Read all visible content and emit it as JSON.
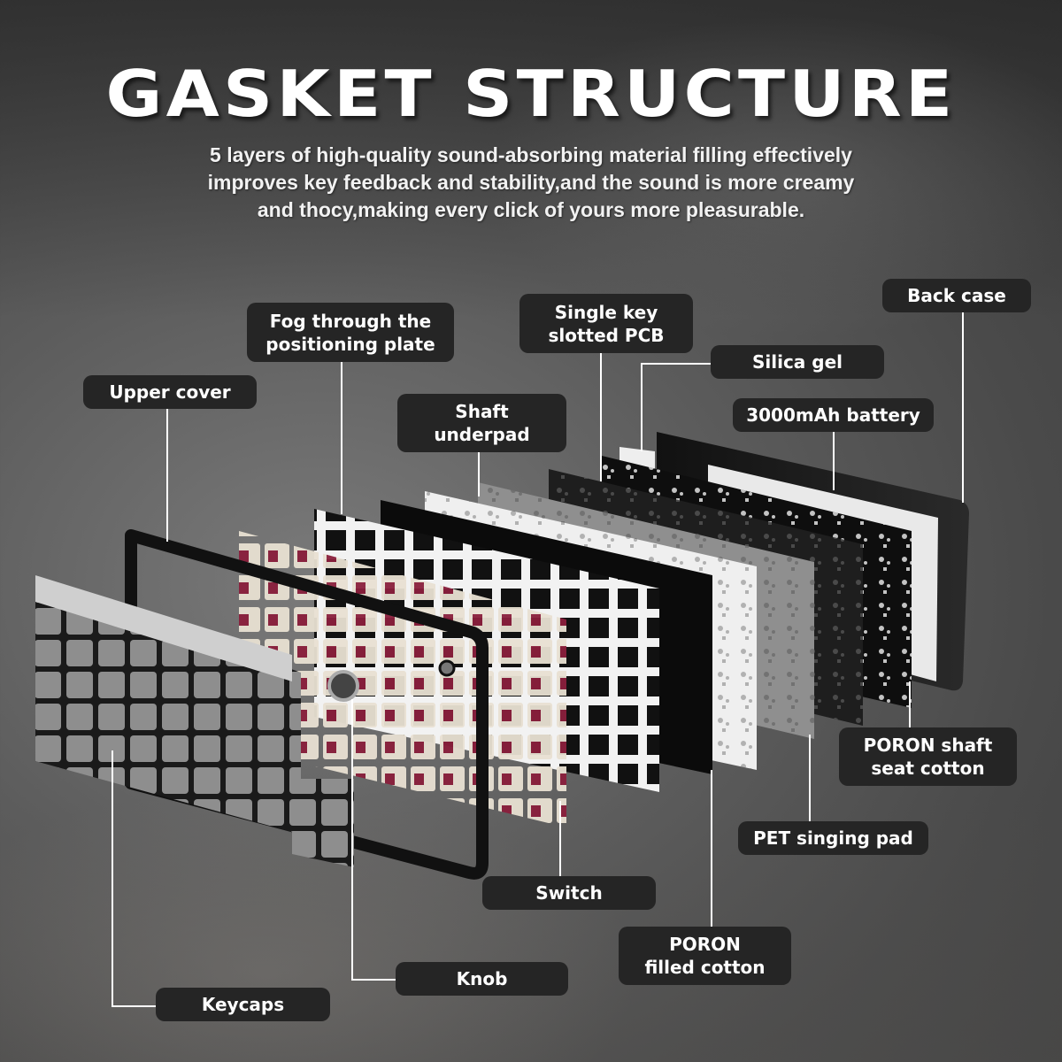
{
  "header": {
    "title": "GASKET STRUCTURE",
    "subtitle_lines": [
      "5 layers of high-quality sound-absorbing material filling effectively",
      "improves key feedback and stability,and the sound is more creamy",
      "and thocy,making every click of yours more pleasurable."
    ]
  },
  "colors": {
    "label_bg": "#252525",
    "label_text": "#ffffff",
    "leader_line": "#ffffff",
    "switch_stem": "#8a1f3c",
    "switch_body": "#e8e0d2"
  },
  "labels": {
    "upper_cover": {
      "line1": "Upper cover",
      "line2": ""
    },
    "fog_plate": {
      "line1": "Fog through the",
      "line2": "positioning plate"
    },
    "shaft_underpad": {
      "line1": "Shaft",
      "line2": "underpad"
    },
    "single_key_pcb": {
      "line1": "Single key",
      "line2": "slotted PCB"
    },
    "silica_gel": {
      "line1": "Silica gel",
      "line2": ""
    },
    "battery": {
      "line1": "3000mAh battery",
      "line2": ""
    },
    "back_case": {
      "line1": "Back case",
      "line2": ""
    },
    "poron_shaft": {
      "line1": "PORON shaft",
      "line2": "seat cotton"
    },
    "pet_pad": {
      "line1": "PET singing pad",
      "line2": ""
    },
    "switch": {
      "line1": "Switch",
      "line2": ""
    },
    "poron_filled": {
      "line1": "PORON",
      "line2": "filled cotton"
    },
    "knob": {
      "line1": "Knob",
      "line2": ""
    },
    "keycaps": {
      "line1": "Keycaps",
      "line2": ""
    }
  }
}
